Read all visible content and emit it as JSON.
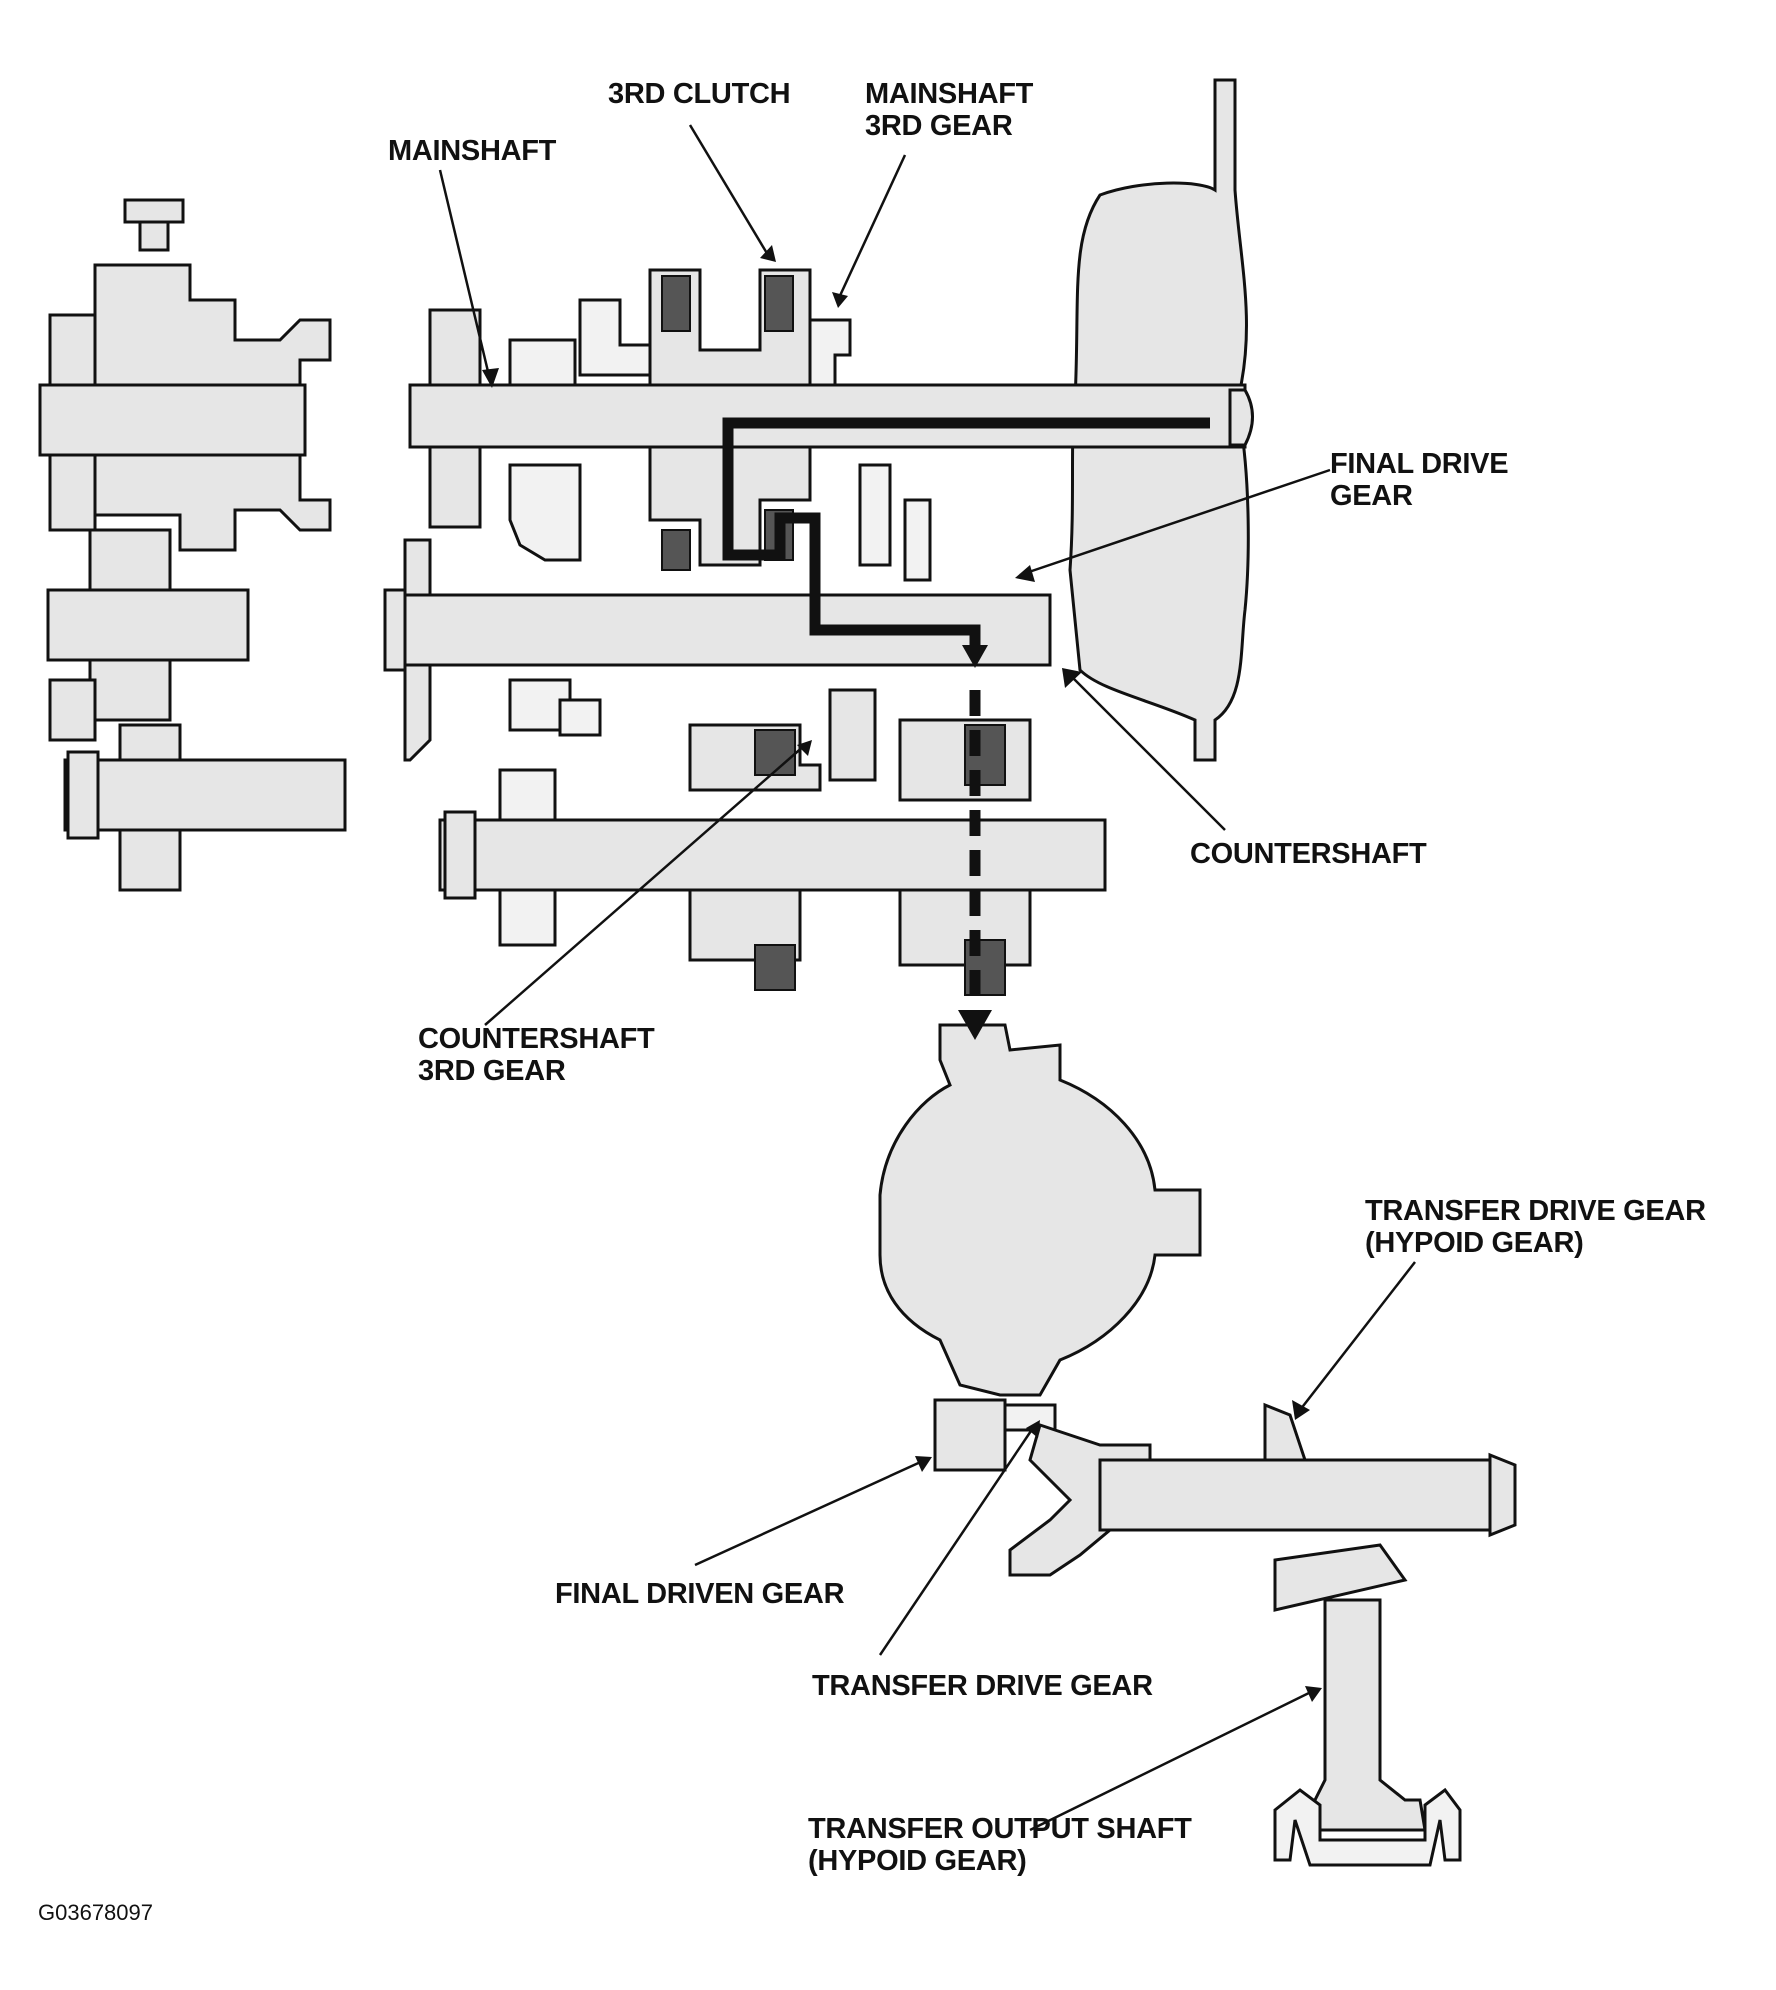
{
  "labels": {
    "third_clutch": "3RD CLUTCH",
    "mainshaft_third_gear_line1": "MAINSHAFT",
    "mainshaft_third_gear_line2": "3RD GEAR",
    "mainshaft": "MAINSHAFT",
    "final_drive_gear_line1": "FINAL DRIVE",
    "final_drive_gear_line2": "GEAR",
    "countershaft": "COUNTERSHAFT",
    "countershaft_third_gear_line1": "COUNTERSHAFT",
    "countershaft_third_gear_line2": "3RD GEAR",
    "transfer_drive_gear_hypoid_line1": "TRANSFER DRIVE GEAR",
    "transfer_drive_gear_hypoid_line2": "(HYPOID GEAR)",
    "final_driven_gear": "FINAL DRIVEN GEAR",
    "transfer_drive_gear": "TRANSFER DRIVE GEAR",
    "transfer_output_shaft_line1": "TRANSFER OUTPUT SHAFT",
    "transfer_output_shaft_line2": "(HYPOID GEAR)"
  },
  "figure_code": "G03678097",
  "colors": {
    "ink": "#111111",
    "part_fill": "#e6e6e6",
    "clutch_fill": "#555555"
  }
}
